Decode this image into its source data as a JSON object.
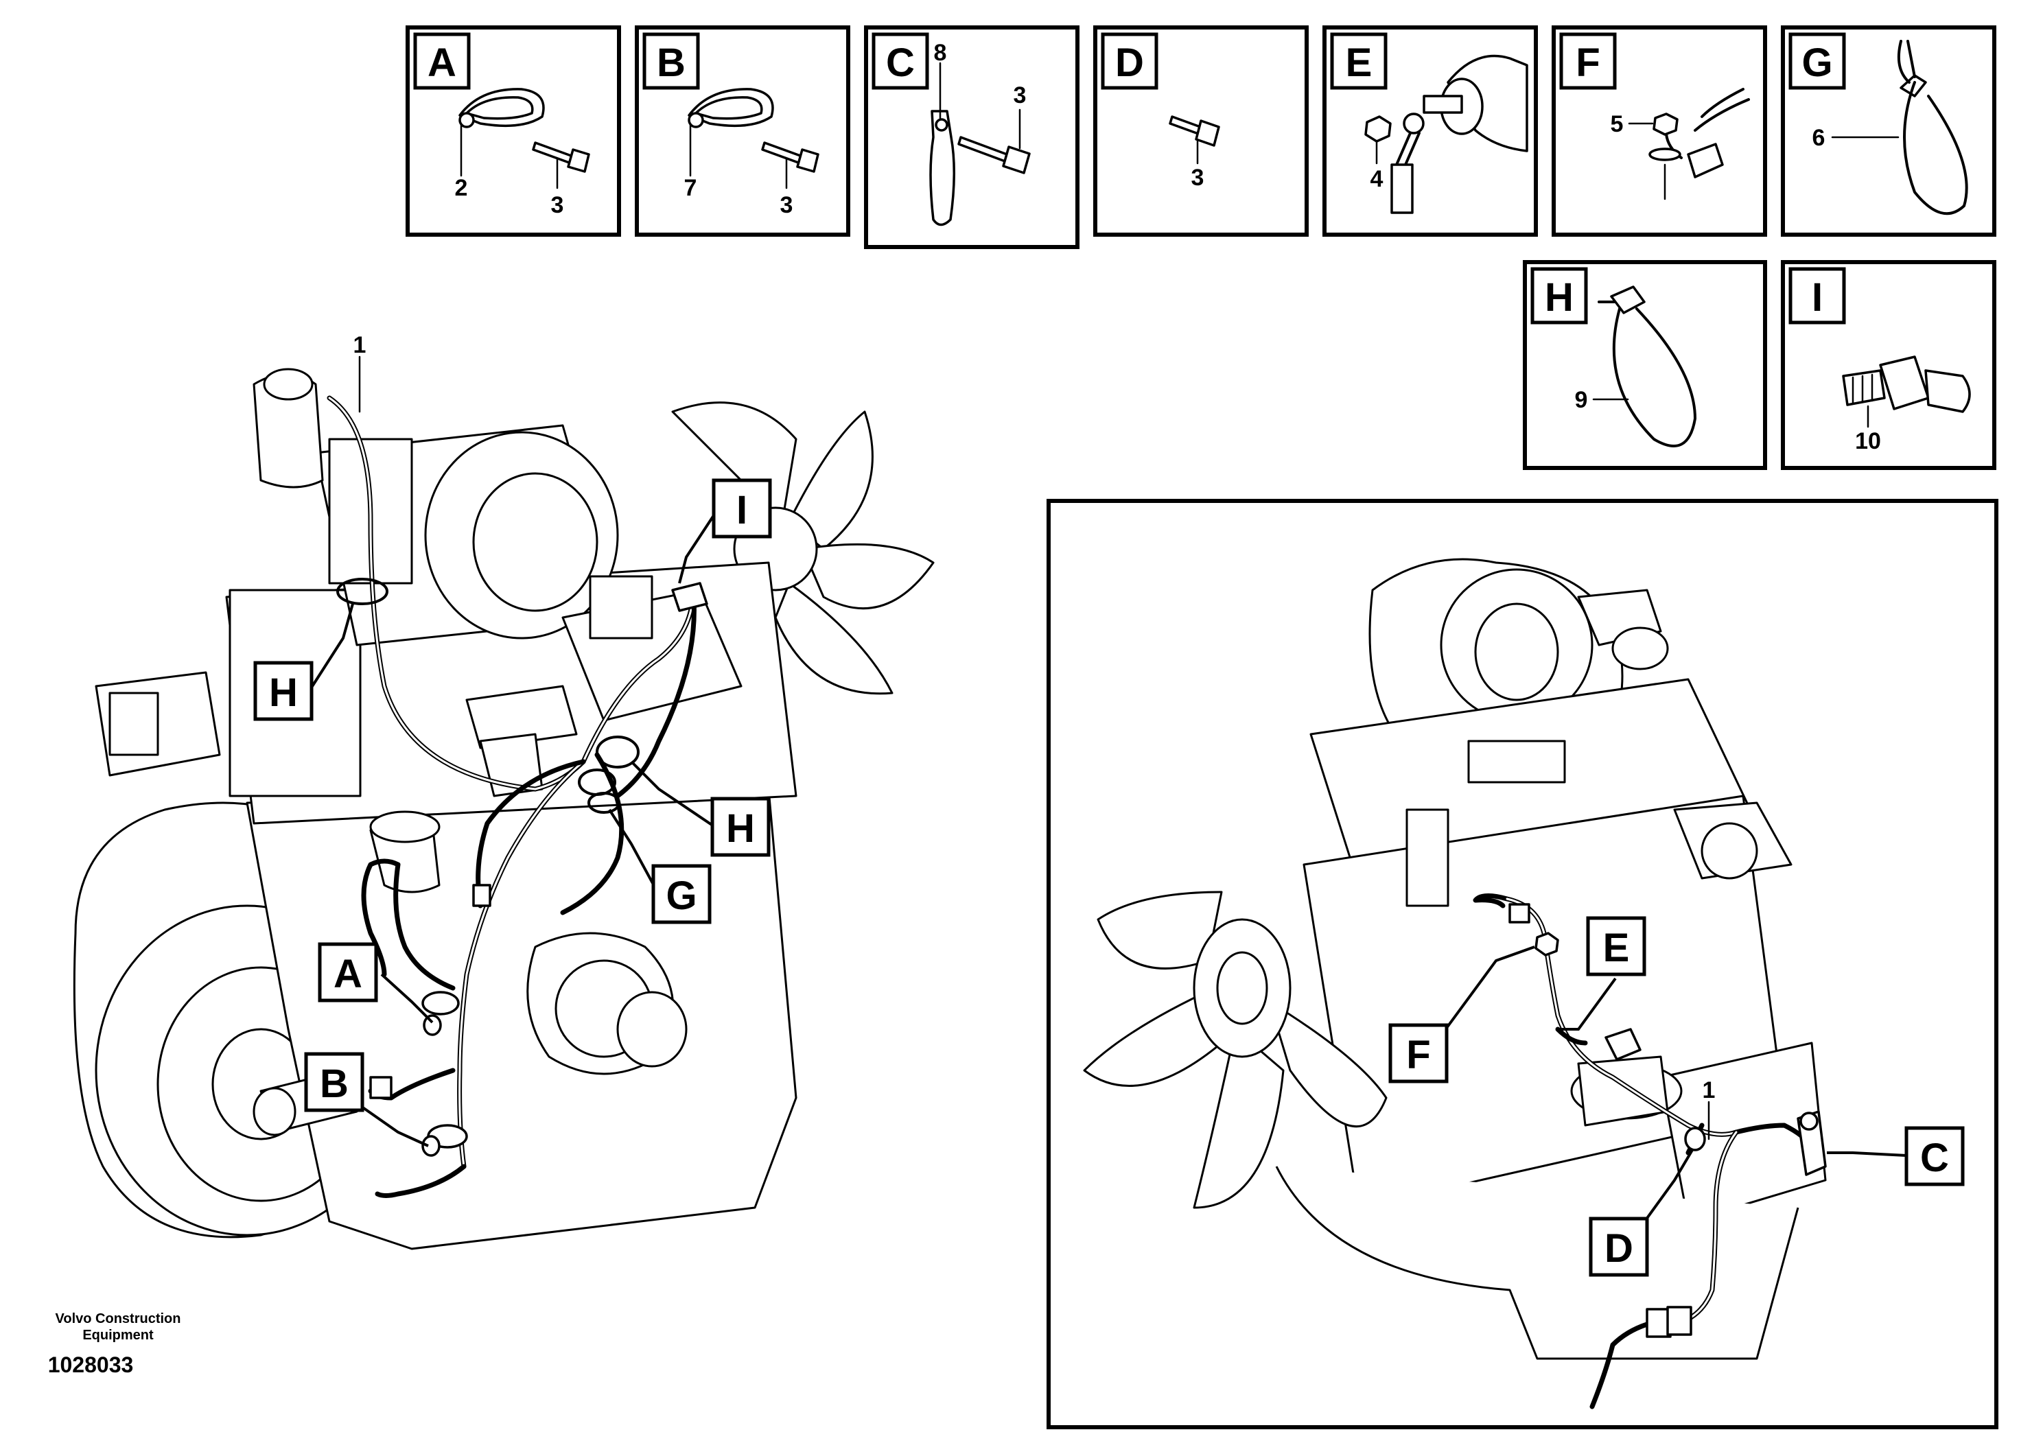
{
  "detail_panels": [
    {
      "id": "panel-a",
      "letter": "A",
      "labels": [
        "2",
        "3"
      ]
    },
    {
      "id": "panel-b",
      "letter": "B",
      "labels": [
        "7",
        "3"
      ]
    },
    {
      "id": "panel-c",
      "letter": "C",
      "labels": [
        "8",
        "3"
      ]
    },
    {
      "id": "panel-d",
      "letter": "D",
      "labels": [
        "3"
      ]
    },
    {
      "id": "panel-e",
      "letter": "E",
      "labels": [
        "4"
      ]
    },
    {
      "id": "panel-f",
      "letter": "F",
      "labels": [
        "5"
      ]
    },
    {
      "id": "panel-g",
      "letter": "G",
      "labels": [
        "6"
      ]
    },
    {
      "id": "panel-h",
      "letter": "H",
      "labels": [
        "9"
      ]
    },
    {
      "id": "panel-i",
      "letter": "I",
      "labels": [
        "10"
      ]
    }
  ],
  "left_view": {
    "harness_label": "1",
    "callouts": [
      "H",
      "I",
      "H",
      "G",
      "A",
      "B"
    ]
  },
  "right_view": {
    "harness_label": "1",
    "callouts": [
      "E",
      "F",
      "C",
      "D"
    ]
  },
  "footer": {
    "publisher_line1": "Volvo Construction",
    "publisher_line2": "Equipment",
    "drawing_number": "1028033"
  }
}
